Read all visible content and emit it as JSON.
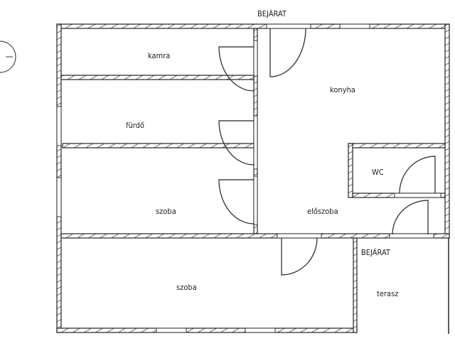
{
  "plan": {
    "rooms": {
      "kamra": "kamra",
      "furdo": "fürdő",
      "szoba1": "szoba",
      "szoba2": "szoba",
      "konyha": "konyha",
      "wc": "WC",
      "eloszoba": "előszoba",
      "terasz": "terasz"
    },
    "entrance_top": "BEJÁRAT",
    "entrance_side": "BEJÁRAT"
  },
  "colors": {
    "line": "#222222",
    "background": "#ffffff"
  }
}
